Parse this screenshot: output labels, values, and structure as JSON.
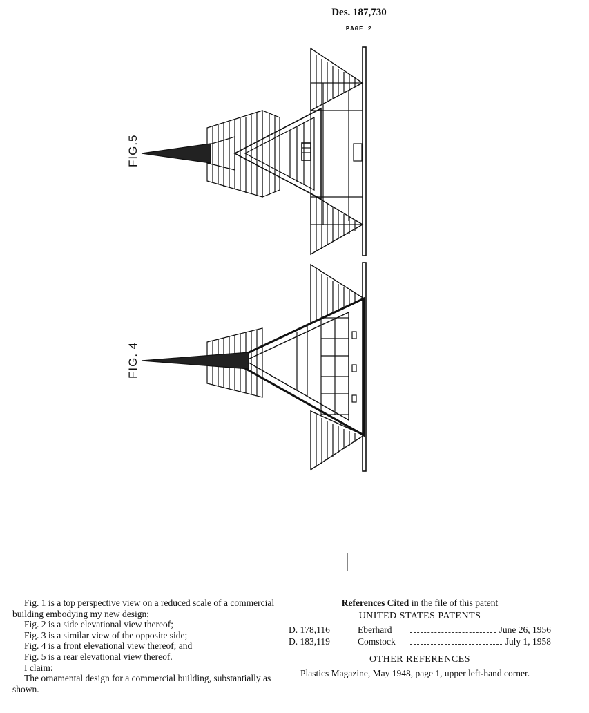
{
  "header": {
    "patent_number": "Des. 187,730",
    "page_label": "PAGE 2"
  },
  "figures": {
    "fig5_label": "FIG.5",
    "fig4_label": "FIG. 4"
  },
  "description": {
    "lines": [
      "Fig. 1 is a top perspective view on a reduced scale of a commercial building embodying my new design;",
      "Fig. 2 is a side elevational view thereof;",
      "Fig. 3 is a similar view of the opposite side;",
      "Fig. 4 is a front elevational view thereof; and",
      "Fig. 5 is a rear elevational view thereof.",
      "I claim:",
      "The ornamental design for a commercial building, substantially as shown."
    ]
  },
  "references": {
    "heading_bold": "References Cited",
    "heading_rest": " in the file of this patent",
    "us_patents_title": "UNITED STATES PATENTS",
    "us_patents": [
      {
        "number": "D. 178,116",
        "name": "Eberhard",
        "date": "June 26, 1956"
      },
      {
        "number": "D. 183,119",
        "name": "Comstock",
        "date": "July 1, 1958"
      }
    ],
    "other_title": "OTHER REFERENCES",
    "other_text": "Plastics Magazine, May 1948, page 1, upper left-hand corner."
  }
}
